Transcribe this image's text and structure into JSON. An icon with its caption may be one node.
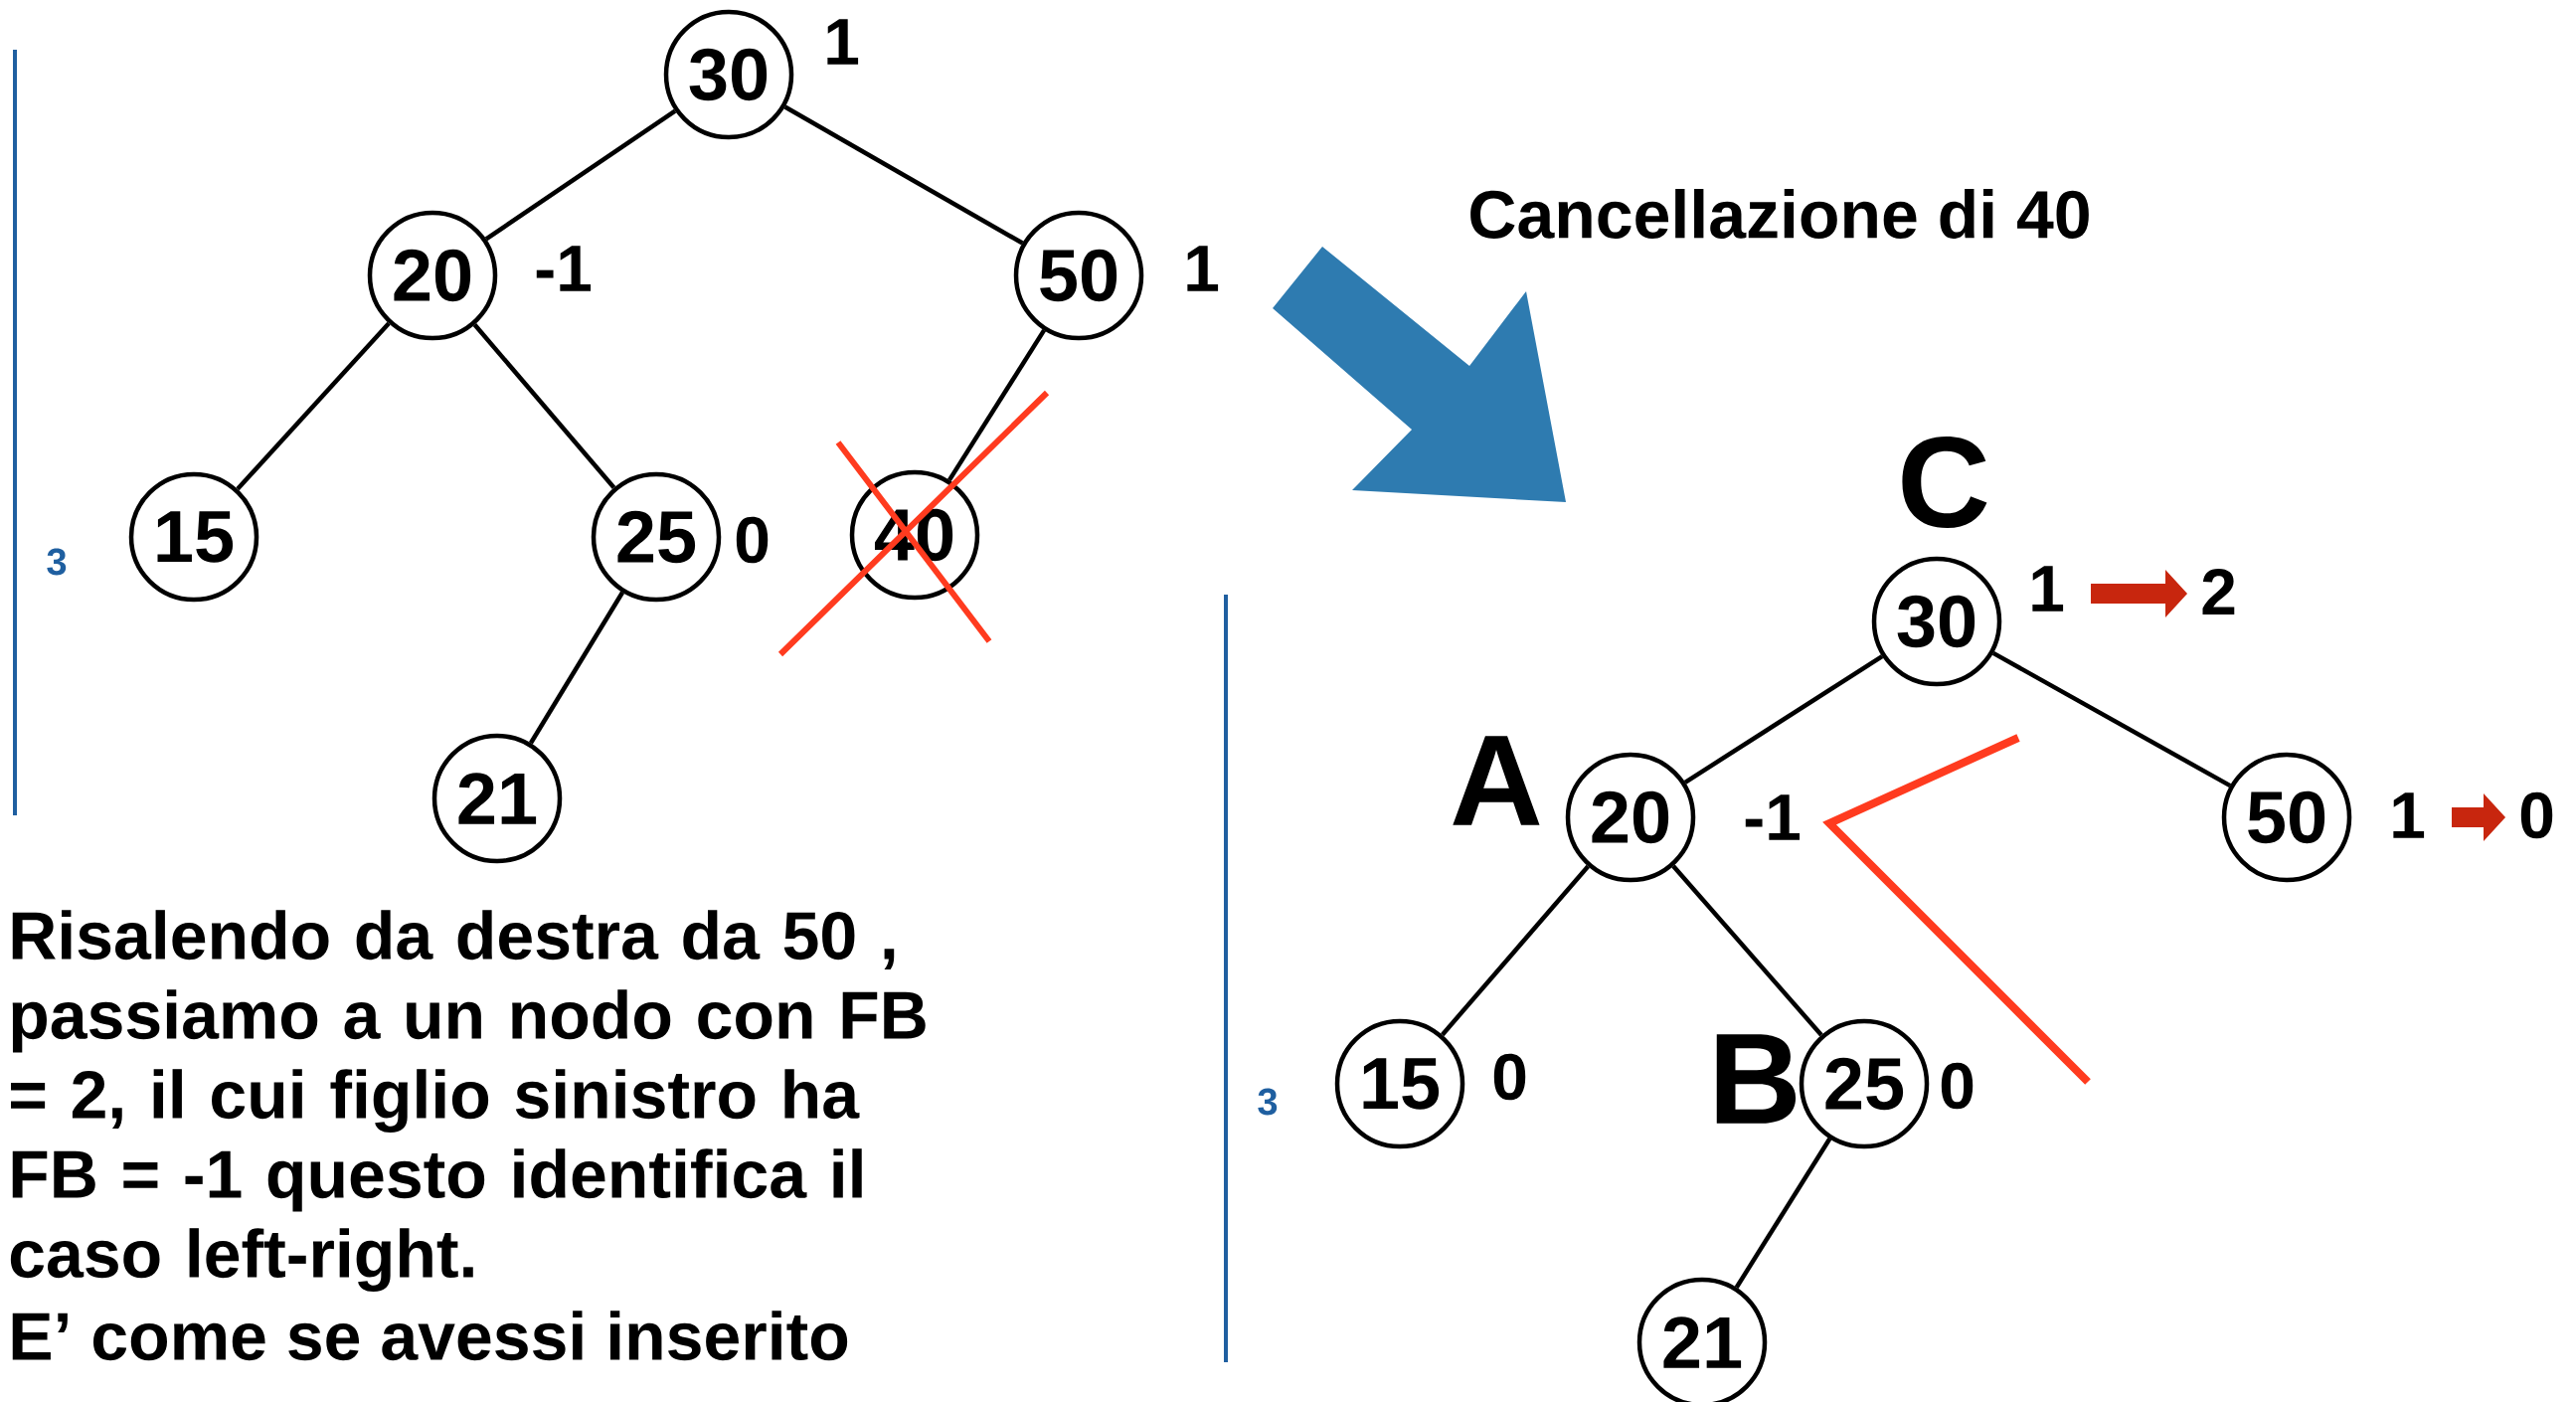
{
  "diagram": {
    "nodes": [
      {
        "text": [
          "30"
        ],
        "beside": [
          "1"
        ]
      },
      {
        "text": [
          "20"
        ],
        "beside": [
          "-1"
        ]
      },
      {
        "text": [
          "50"
        ],
        "beside": [
          "1"
        ]
      },
      {
        "text": [
          "15"
        ]
      },
      {
        "text": [
          "25"
        ],
        "beside": [
          "0"
        ]
      },
      {
        "text": [
          "40"
        ]
      },
      {
        "text": [
          "21"
        ]
      },
      {
        "text": [
          "30"
        ],
        "beside": [
          "1",
          "2"
        ]
      },
      {
        "text": [
          "20"
        ],
        "beside": [
          "-1"
        ]
      },
      {
        "text": [
          "50"
        ],
        "beside": [
          "1",
          "0"
        ]
      },
      {
        "text": [
          "15"
        ],
        "beside": [
          "0"
        ]
      },
      {
        "text": [
          "25"
        ],
        "beside": [
          "0"
        ]
      },
      {
        "text": [
          "21"
        ]
      }
    ],
    "edges": [
      {
        "from": 0,
        "to": 1,
        "arrow": "none"
      },
      {
        "from": 0,
        "to": 2,
        "arrow": "none"
      },
      {
        "from": 1,
        "to": 3,
        "arrow": "none"
      },
      {
        "from": 1,
        "to": 4,
        "arrow": "none"
      },
      {
        "from": 2,
        "to": 5,
        "arrow": "none"
      },
      {
        "from": 4,
        "to": 6,
        "arrow": "none"
      },
      {
        "from": 7,
        "to": 8,
        "arrow": "none"
      },
      {
        "from": 7,
        "to": 9,
        "arrow": "none"
      },
      {
        "from": 8,
        "to": 10,
        "arrow": "none"
      },
      {
        "from": 8,
        "to": 11,
        "arrow": "none"
      },
      {
        "from": 11,
        "to": 12,
        "arrow": "none"
      }
    ],
    "labels": [
      "Cancellazione di 40",
      "3",
      "C",
      "A",
      "3",
      "B",
      "Risalendo da destra da 50 , passiamo a un nodo con FB = 2, il cui figlio sinistro ha FB = -1 questo identifica il caso left-right.",
      "E’ come se avessi inserito"
    ]
  }
}
